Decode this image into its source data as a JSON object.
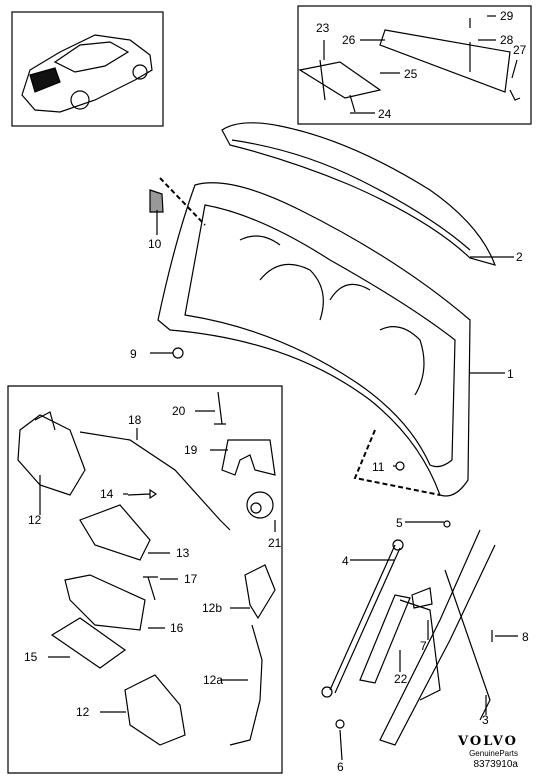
{
  "callouts": {
    "c1": "1",
    "c2": "2",
    "c3": "3",
    "c4": "4",
    "c5": "5",
    "c6": "6",
    "c7": "7",
    "c8": "8",
    "c9": "9",
    "c10": "10",
    "c11": "11",
    "c12a_top": "12",
    "c12a": "12a",
    "c12b": "12b",
    "c12_bottom": "12",
    "c13": "13",
    "c14": "14",
    "c15": "15",
    "c16": "16",
    "c17": "17",
    "c18": "18",
    "c19": "19",
    "c20": "20",
    "c21": "21",
    "c22": "22",
    "c23": "23",
    "c24": "24",
    "c25": "25",
    "c26": "26",
    "c27": "27",
    "c28": "28",
    "c29": "29"
  },
  "brand": {
    "logo": "VOLVO",
    "tagline": "GenuineParts",
    "code": "8373910a"
  }
}
